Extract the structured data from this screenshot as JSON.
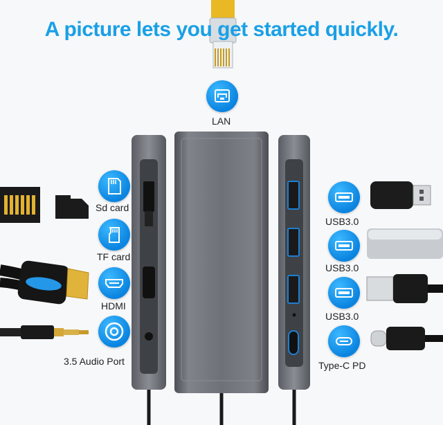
{
  "headline": "A picture lets you get started quickly.",
  "ports": {
    "lan": {
      "label": "LAN",
      "icon": "ethernet-icon"
    },
    "sd": {
      "label": "Sd card",
      "icon": "sd-card-icon"
    },
    "tf": {
      "label": "TF card",
      "icon": "tf-card-icon"
    },
    "hdmi": {
      "label": "HDMI",
      "icon": "hdmi-icon"
    },
    "audio": {
      "label": "3.5 Audio Port",
      "icon": "audio-jack-icon"
    },
    "usb1": {
      "label": "USB3.0",
      "icon": "usb-icon"
    },
    "usb2": {
      "label": "USB3.0",
      "icon": "usb-icon"
    },
    "usb3": {
      "label": "USB3.0",
      "icon": "usb-icon"
    },
    "typec": {
      "label": "Type-C PD",
      "icon": "usb-c-icon"
    }
  },
  "colors": {
    "accent": "#1aa0e6",
    "icon_bg": "#0a84e0",
    "hub_body": "#6e7278"
  }
}
